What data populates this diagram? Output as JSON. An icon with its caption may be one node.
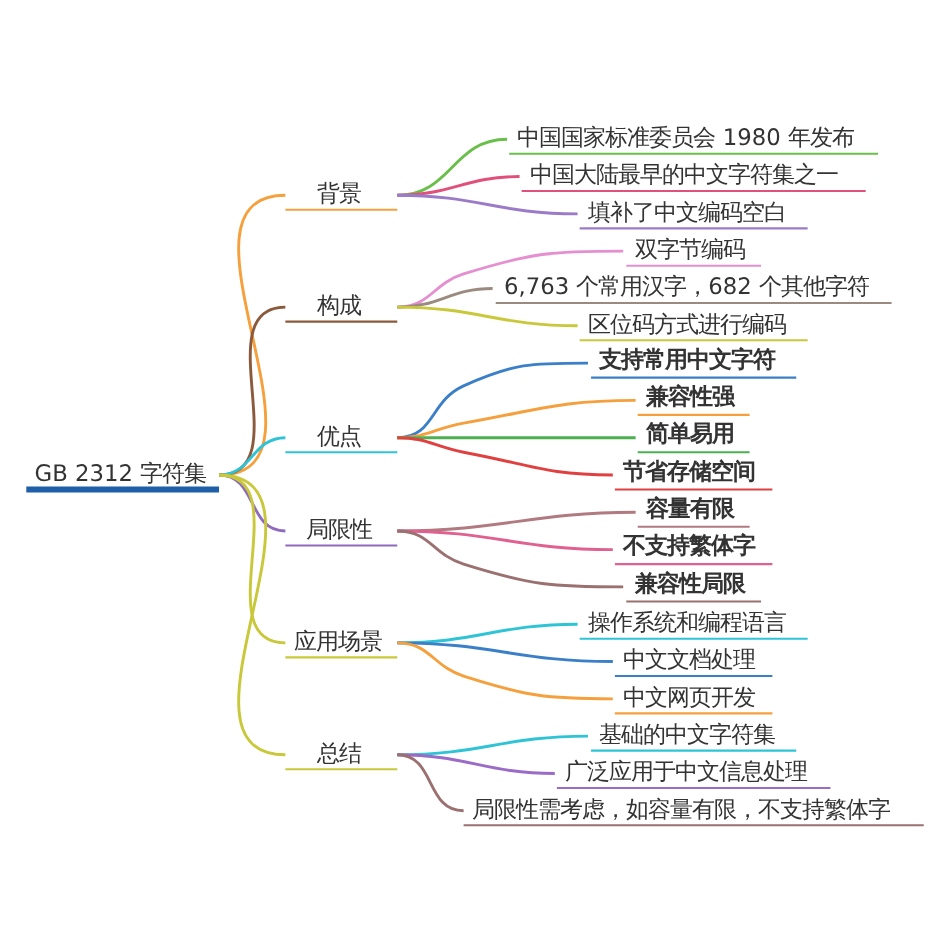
{
  "diagram": {
    "nodes": [
      {
        "text": [
          "GB 2312 字符集"
        ]
      },
      {
        "text": [
          "背景"
        ]
      },
      {
        "text": [
          "中国国家标准委员会 1980 年发布"
        ]
      },
      {
        "text": [
          "中国大陆最早的中文字符集之一"
        ]
      },
      {
        "text": [
          "填补了中文编码空白"
        ]
      },
      {
        "text": [
          "构成"
        ]
      },
      {
        "text": [
          "双字节编码"
        ]
      },
      {
        "text": [
          "6,763 个常用汉字，682 个其他字符"
        ]
      },
      {
        "text": [
          "区位码方式进行编码"
        ]
      },
      {
        "text": [
          "优点"
        ]
      },
      {
        "text": [
          "支持常用中文字符"
        ]
      },
      {
        "text": [
          "兼容性强"
        ]
      },
      {
        "text": [
          "简单易用"
        ]
      },
      {
        "text": [
          "节省存储空间"
        ]
      },
      {
        "text": [
          "局限性"
        ]
      },
      {
        "text": [
          "容量有限"
        ]
      },
      {
        "text": [
          "不支持繁体字"
        ]
      },
      {
        "text": [
          "兼容性局限"
        ]
      },
      {
        "text": [
          "应用场景"
        ]
      },
      {
        "text": [
          "操作系统和编程语言"
        ]
      },
      {
        "text": [
          "中文文档处理"
        ]
      },
      {
        "text": [
          "中文网页开发"
        ]
      },
      {
        "text": [
          "总结"
        ]
      },
      {
        "text": [
          "基础的中文字符集"
        ]
      },
      {
        "text": [
          "广泛应用于中文信息处理"
        ]
      },
      {
        "text": [
          "局限性需考虑，如容量有限，不支持繁体字"
        ]
      }
    ],
    "edges": [
      {
        "from": 0,
        "to": 1,
        "arrow": "none",
        "color": "#f5a03c"
      },
      {
        "from": 1,
        "to": 2,
        "arrow": "none",
        "color": "#6abf4b"
      },
      {
        "from": 1,
        "to": 3,
        "arrow": "none",
        "color": "#e0507a"
      },
      {
        "from": 1,
        "to": 4,
        "arrow": "none",
        "color": "#9b7bc8"
      },
      {
        "from": 0,
        "to": 5,
        "arrow": "none",
        "color": "#8b5a3c"
      },
      {
        "from": 5,
        "to": 6,
        "arrow": "none",
        "color": "#e58fd0"
      },
      {
        "from": 5,
        "to": 7,
        "arrow": "none",
        "color": "#9a8a80"
      },
      {
        "from": 5,
        "to": 8,
        "arrow": "none",
        "color": "#c8c83a"
      },
      {
        "from": 0,
        "to": 9,
        "arrow": "none",
        "color": "#2ec4d6"
      },
      {
        "from": 9,
        "to": 10,
        "arrow": "none",
        "color": "#3a7fc8"
      },
      {
        "from": 9,
        "to": 11,
        "arrow": "none",
        "color": "#f5a03c"
      },
      {
        "from": 9,
        "to": 12,
        "arrow": "none",
        "color": "#4caf50"
      },
      {
        "from": 9,
        "to": 13,
        "arrow": "none",
        "color": "#e04040"
      },
      {
        "from": 0,
        "to": 14,
        "arrow": "none",
        "color": "#8e6bbf"
      },
      {
        "from": 14,
        "to": 15,
        "arrow": "none",
        "color": "#b07a80"
      },
      {
        "from": 14,
        "to": 16,
        "arrow": "none",
        "color": "#e06090"
      },
      {
        "from": 14,
        "to": 17,
        "arrow": "none",
        "color": "#9a7070"
      },
      {
        "from": 0,
        "to": 18,
        "arrow": "none",
        "color": "#c8c83a"
      },
      {
        "from": 18,
        "to": 19,
        "arrow": "none",
        "color": "#2ec4d6"
      },
      {
        "from": 18,
        "to": 20,
        "arrow": "none",
        "color": "#3a7fc8"
      },
      {
        "from": 18,
        "to": 21,
        "arrow": "none",
        "color": "#f5a03c"
      },
      {
        "from": 0,
        "to": 22,
        "arrow": "none",
        "color": "#c8c83a"
      },
      {
        "from": 22,
        "to": 23,
        "arrow": "none",
        "color": "#2ec4d6"
      },
      {
        "from": 22,
        "to": 24,
        "arrow": "none",
        "color": "#9b6bc8"
      },
      {
        "from": 22,
        "to": 25,
        "arrow": "none",
        "color": "#9a7070"
      }
    ]
  }
}
